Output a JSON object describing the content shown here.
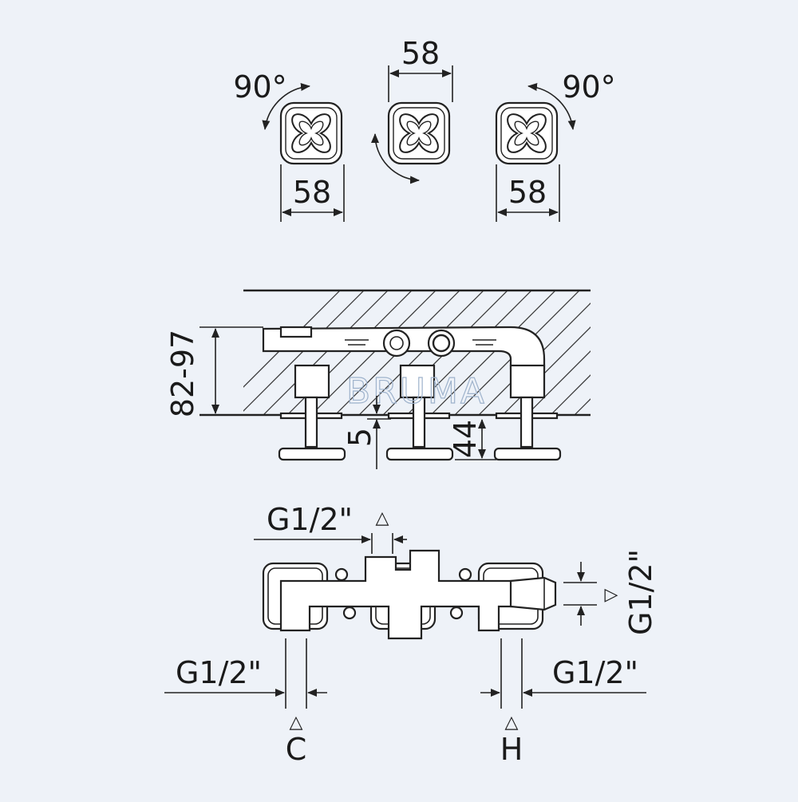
{
  "watermark": "BRUMA",
  "colors": {
    "background": "#eef2f8",
    "line": "#222222",
    "watermark": "#9fb3cc"
  },
  "top_view": {
    "rotation_left": "90°",
    "rotation_right": "90°",
    "center_width": "58",
    "left_width": "58",
    "right_width": "58"
  },
  "side_view": {
    "depth_range": "82-97",
    "gap": "5",
    "handle_height": "44"
  },
  "bottom_view": {
    "top_inlet_thread": "G1/2\"",
    "top_inlet_symbol": "△",
    "right_outlet_thread": "G1/2\"",
    "right_outlet_symbol": "▷",
    "cold_thread": "G1/2\"",
    "cold_symbol": "△",
    "cold_label": "C",
    "hot_thread": "G1/2\"",
    "hot_symbol": "△",
    "hot_label": "H"
  }
}
